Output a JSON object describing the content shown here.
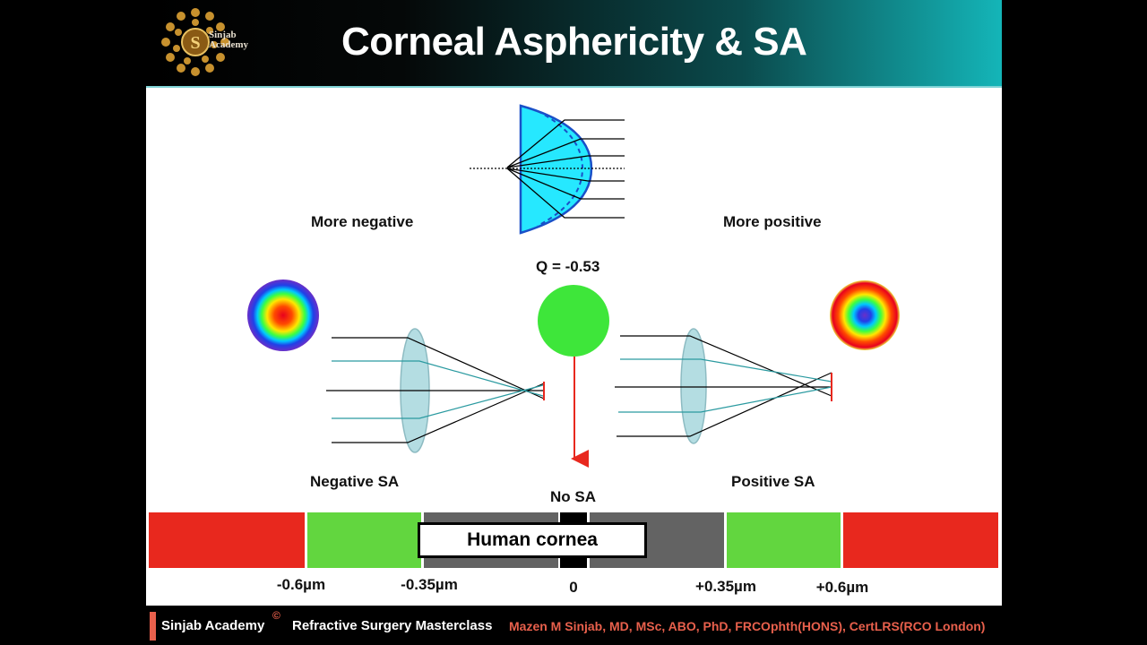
{
  "header": {
    "title": "Corneal Asphericity & SA",
    "logo_line1": "Sinjab",
    "logo_line2": "Academy",
    "logo_letter": "S"
  },
  "diagram": {
    "more_negative": "More negative",
    "more_positive": "More positive",
    "q_value": "Q = -0.53",
    "negative_sa": "Negative SA",
    "positive_sa": "Positive SA",
    "no_sa": "No SA"
  },
  "scale": {
    "labels": [
      "-0.6µm",
      "-0.35µm",
      "0",
      "+0.35µm",
      "+0.6µm"
    ],
    "human_cornea": "Human cornea",
    "colors": {
      "red": "#e8281e",
      "green": "#62d63f",
      "gray": "#636363",
      "black": "#000000"
    }
  },
  "footer": {
    "academy": "Sinjab Academy",
    "copyright": "©",
    "course": "Refractive Surgery Masterclass",
    "author": "Mazen M Sinjab, MD, MSc, ABO, PhD, FRCOphth(HONS), CertLRS(RCO London)"
  },
  "colors": {
    "accent": "#14b5b8",
    "footer_accent": "#e8604c",
    "lens": "#26e8ff",
    "no_sa_circle": "#3ee63a",
    "arrow": "#e8281e"
  }
}
